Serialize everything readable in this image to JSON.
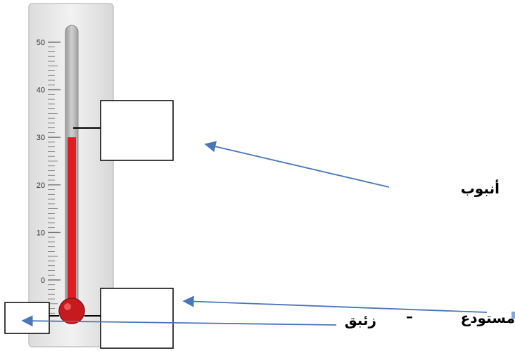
{
  "thermometer": {
    "scale_labels": [
      "50",
      "40",
      "30",
      "20",
      "10",
      "0"
    ],
    "mercury_level": 30,
    "mercury_color": "#e01b22",
    "tube_color": "#b8b8b8",
    "body_color": "#eeeeee"
  },
  "labels": {
    "tube": "أنبوب",
    "reservoir": "مستودع",
    "dash": "–",
    "mercury": "زئبق"
  },
  "colors": {
    "arrow": "#4a76b6",
    "box_border": "#000000"
  }
}
